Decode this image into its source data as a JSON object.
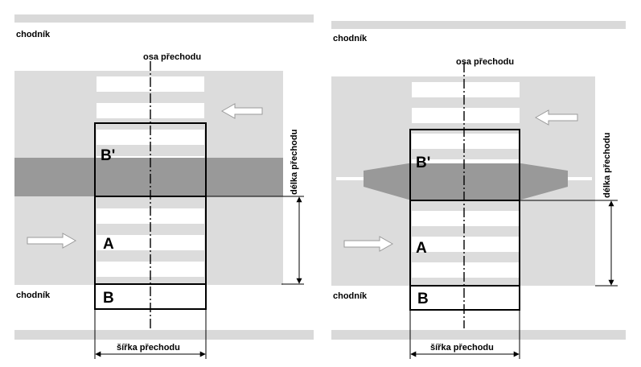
{
  "colors": {
    "road": "#dcdcdc",
    "sidewalk_band": "#d9d9d9",
    "island": "#999999",
    "stripe": "#ffffff",
    "outline": "#000000",
    "arrow_fill": "#ffffff",
    "arrow_stroke": "#9a9a9a"
  },
  "panels": [
    {
      "id": "left",
      "island_shape": "rectangle",
      "labels": {
        "sidewalk_top": "chodník",
        "sidewalk_bottom": "chodník",
        "axis": "osa přechodu",
        "length": "délka přechodu",
        "width": "šířka přechodu",
        "zone_b_prime": "B'",
        "zone_a": "A",
        "zone_b": "B"
      },
      "icons": [
        "arrow-left-icon",
        "arrow-right-icon"
      ]
    },
    {
      "id": "right",
      "island_shape": "tapered",
      "labels": {
        "sidewalk_top": "chodník",
        "sidewalk_bottom": "chodník",
        "axis": "osa přechodu",
        "length": "délka přechodu",
        "width": "šířka přechodu",
        "zone_b_prime": "B'",
        "zone_a": "A",
        "zone_b": "B"
      },
      "icons": [
        "arrow-left-icon",
        "arrow-right-icon"
      ]
    }
  ]
}
